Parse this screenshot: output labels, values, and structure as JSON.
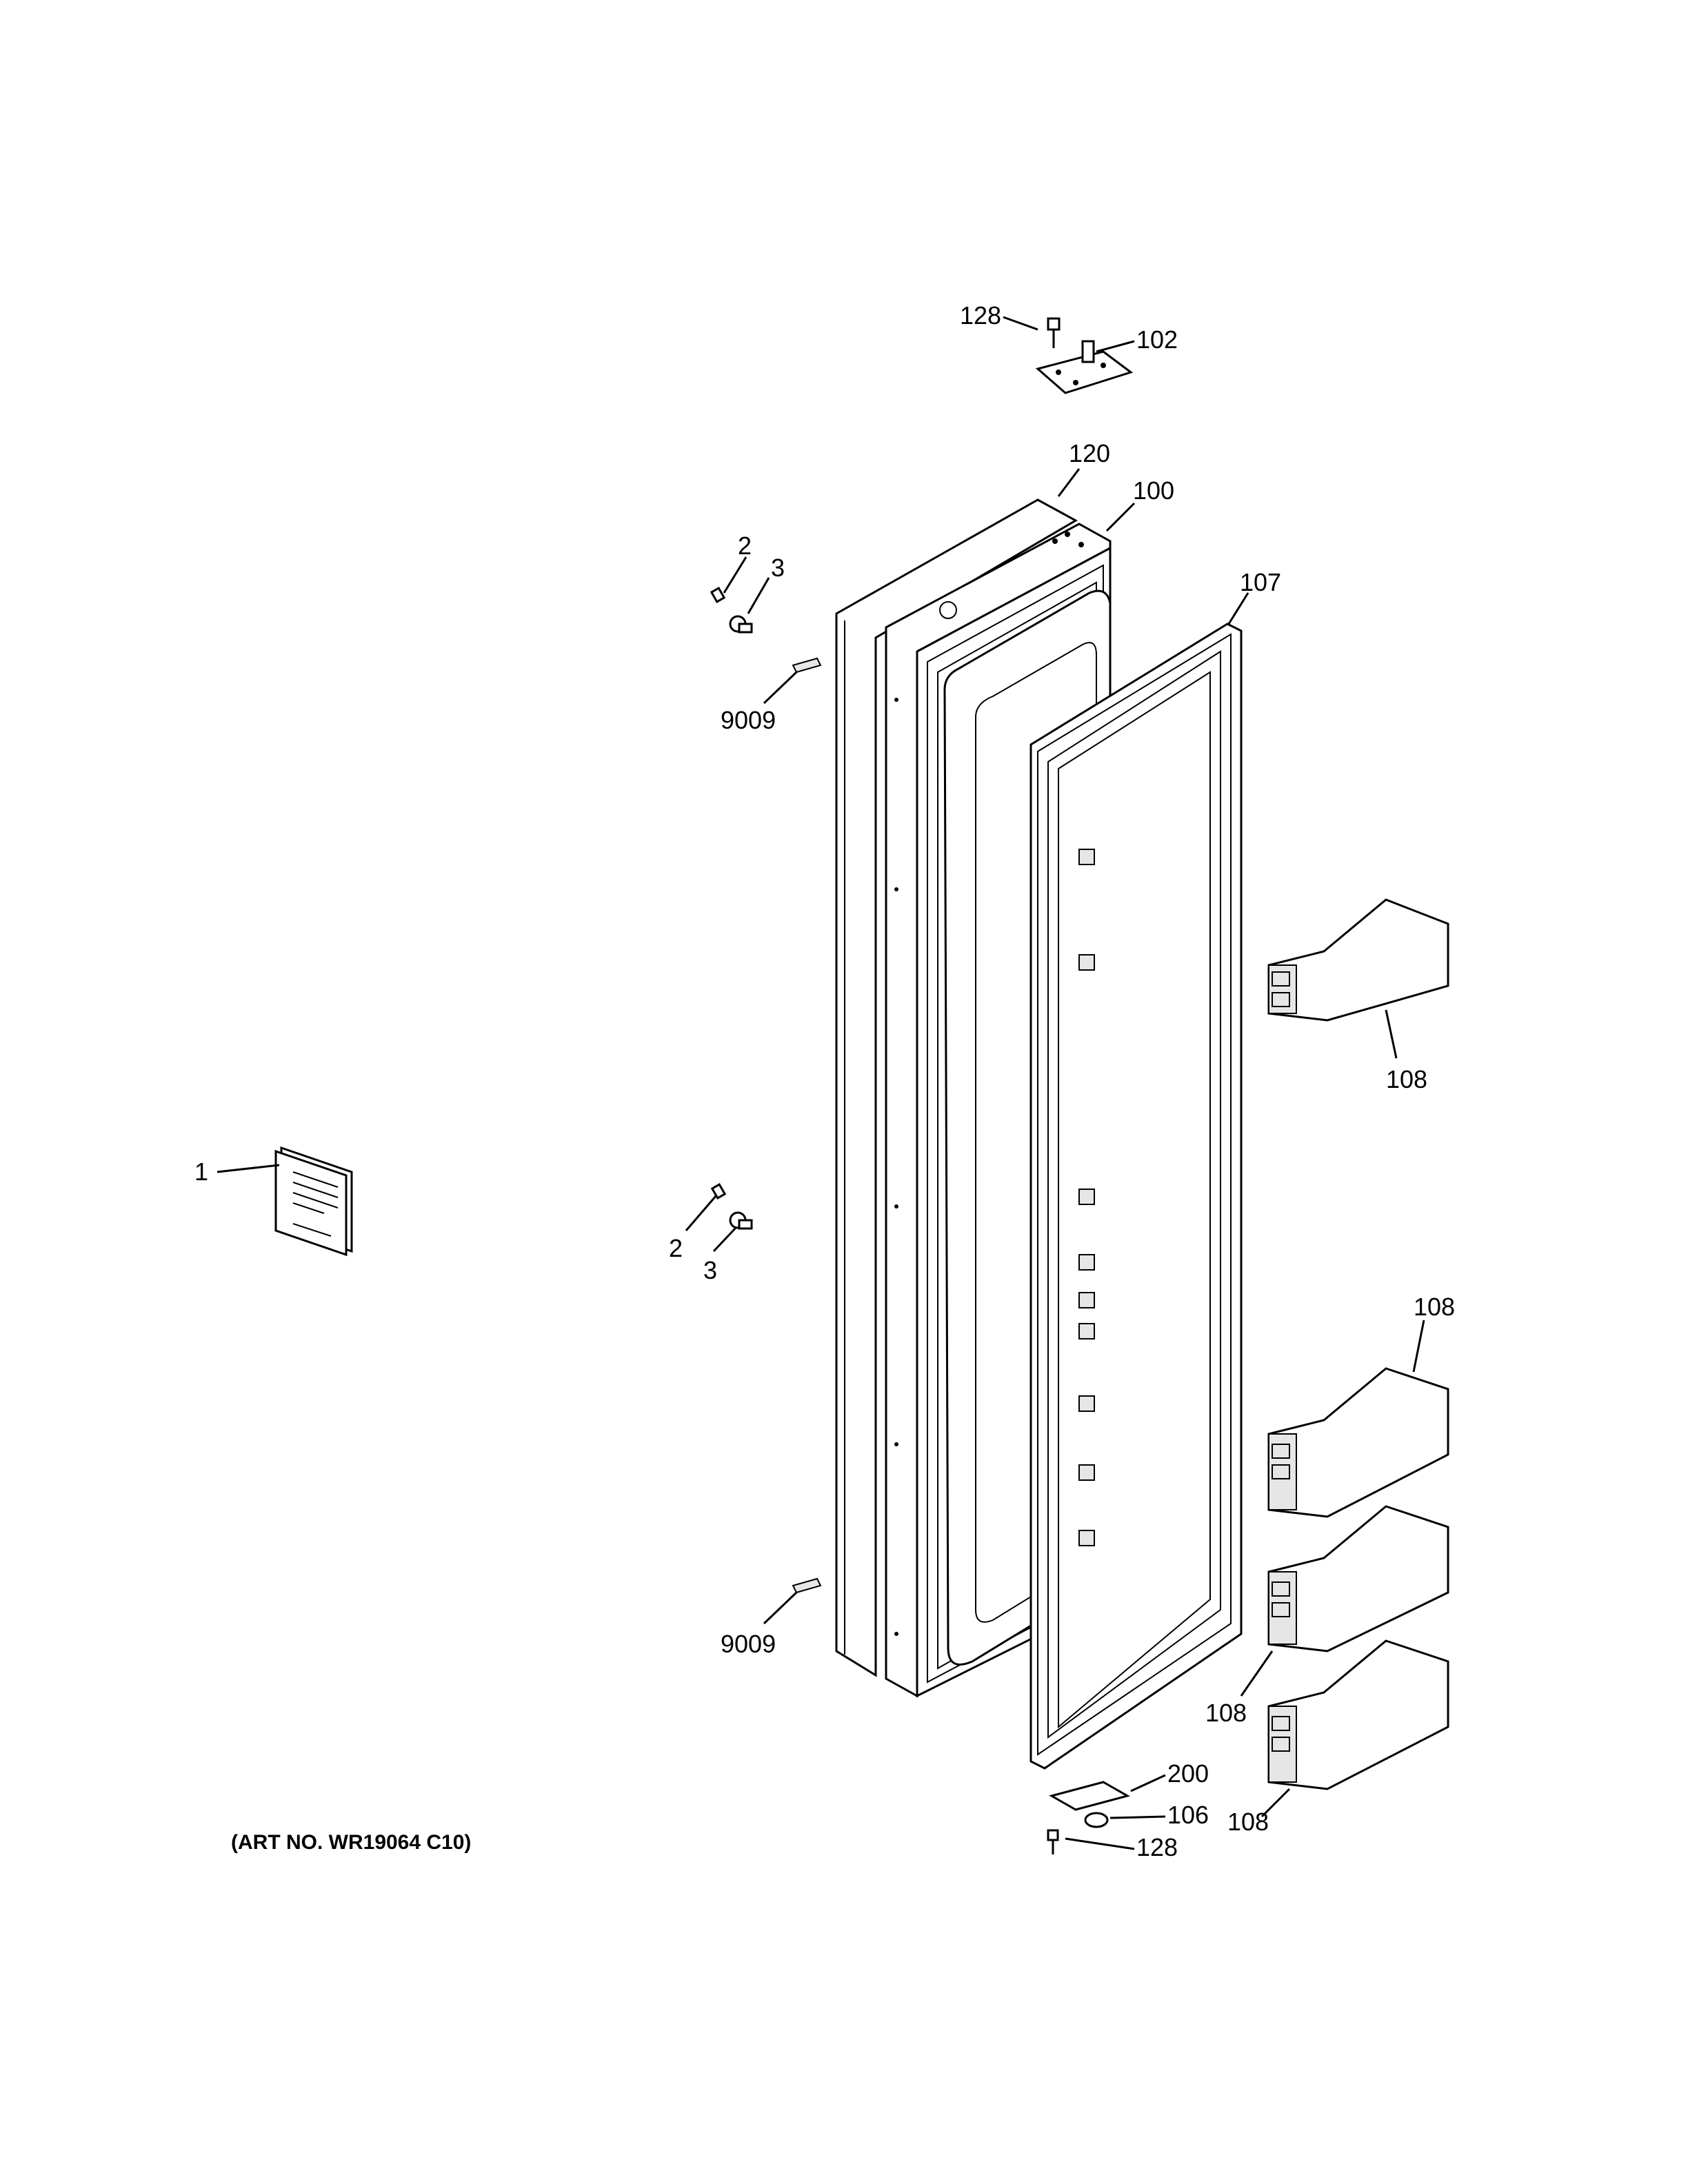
{
  "art_number": "(ART NO. WR19064 C10)",
  "labels": {
    "l128_top": "128",
    "l102": "102",
    "l120": "120",
    "l100": "100",
    "l107": "107",
    "l2_top": "2",
    "l3_top": "3",
    "l9009_top": "9009",
    "l108_a": "108",
    "l1": "1",
    "l2_mid": "2",
    "l3_mid": "3",
    "l108_b": "108",
    "l9009_bot": "9009",
    "l108_c": "108",
    "l200": "200",
    "l106": "106",
    "l128_bot": "128",
    "l108_d": "108"
  }
}
